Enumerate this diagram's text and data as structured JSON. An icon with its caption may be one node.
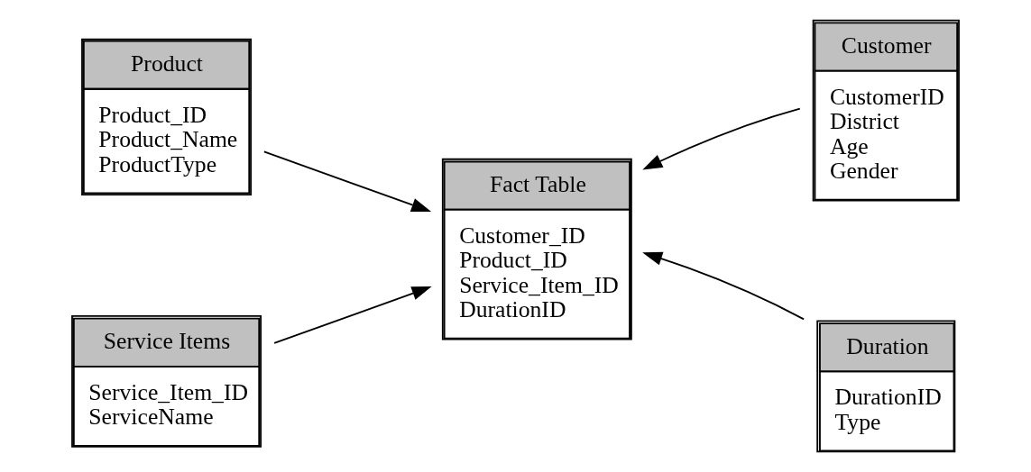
{
  "diagram": {
    "nodes": [
      {
        "text": [
          "Product",
          "Product_ID",
          "Product_Name",
          "ProductType"
        ]
      },
      {
        "text": [
          "Customer",
          "CustomerID",
          "District",
          "Age",
          "Gender"
        ]
      },
      {
        "text": [
          "Fact Table",
          "Customer_ID",
          "Product_ID",
          "Service_Item_ID",
          "DurationID"
        ]
      },
      {
        "text": [
          "Service Items",
          "Service_Item_ID",
          "ServiceName"
        ]
      },
      {
        "text": [
          "Duration",
          "DurationID",
          "Type"
        ]
      }
    ],
    "edges": [
      {
        "from": 0,
        "to": 2,
        "arrow": "to"
      },
      {
        "from": 1,
        "to": 2,
        "arrow": "to"
      },
      {
        "from": 3,
        "to": 2,
        "arrow": "to"
      },
      {
        "from": 4,
        "to": 2,
        "arrow": "to"
      }
    ]
  }
}
